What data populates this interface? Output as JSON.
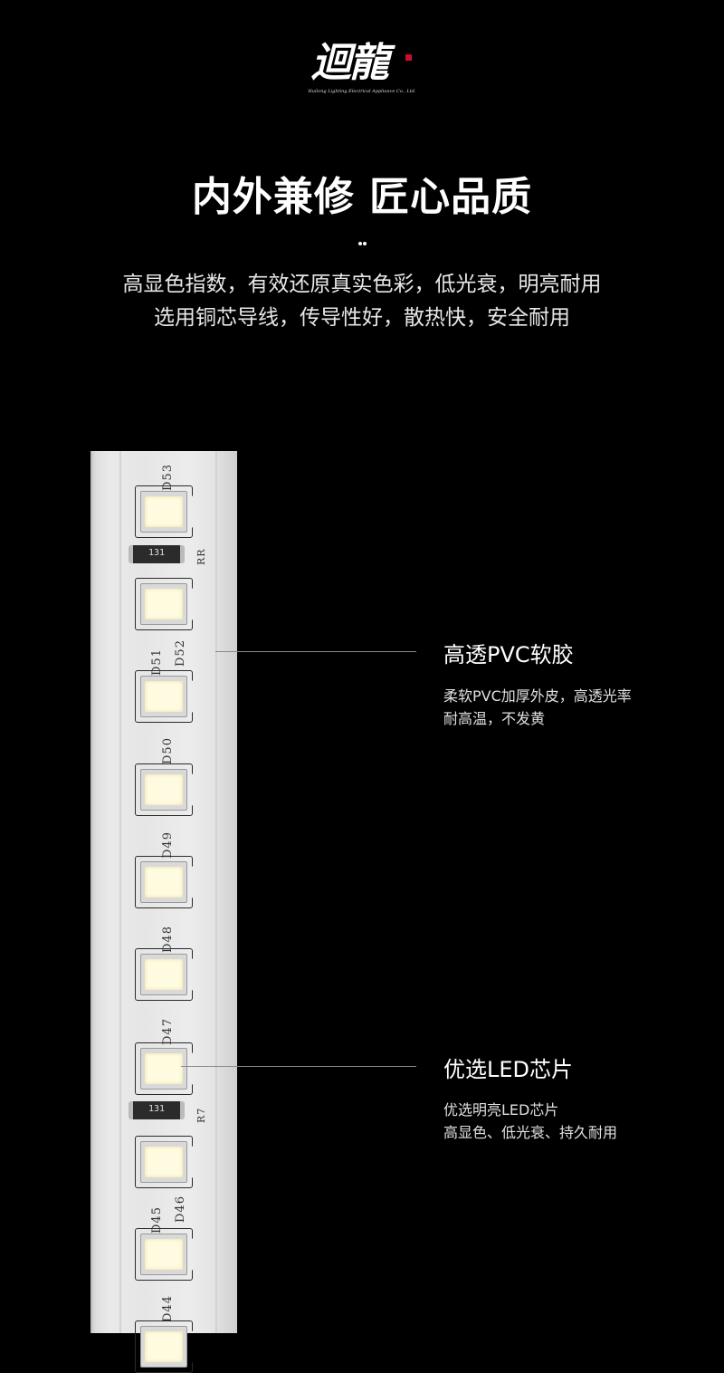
{
  "brand": {
    "logo_text": "迴龍",
    "logo_subtitle": "Huilong Lighting Electrical Appliance Co., Ltd."
  },
  "headline": "内外兼修  匠心品质",
  "subtitle": {
    "line1": "高显色指数，有效还原真实色彩，低光衰，明亮耐用",
    "line2": "选用铜芯导线，传导性好，散热快，安全耐用"
  },
  "strip": {
    "labels": [
      "D53",
      "RR",
      "D51",
      "D52",
      "D50",
      "D49",
      "D48",
      "D47",
      "R7",
      "D45",
      "D46",
      "D44"
    ],
    "resistor_codes": [
      "131",
      "131"
    ]
  },
  "callouts": [
    {
      "title": "高透PVC软胶",
      "lines": [
        "柔软PVC加厚外皮，高透光率",
        "耐高温，不发黄"
      ]
    },
    {
      "title": "优选LED芯片",
      "lines": [
        "优选明亮LED芯片",
        "高显色、低光衰、持久耐用"
      ]
    }
  ],
  "colors": {
    "background": "#000000",
    "text": "#ffffff",
    "led": "#fffbe0",
    "strip": "#e6e6e6"
  }
}
